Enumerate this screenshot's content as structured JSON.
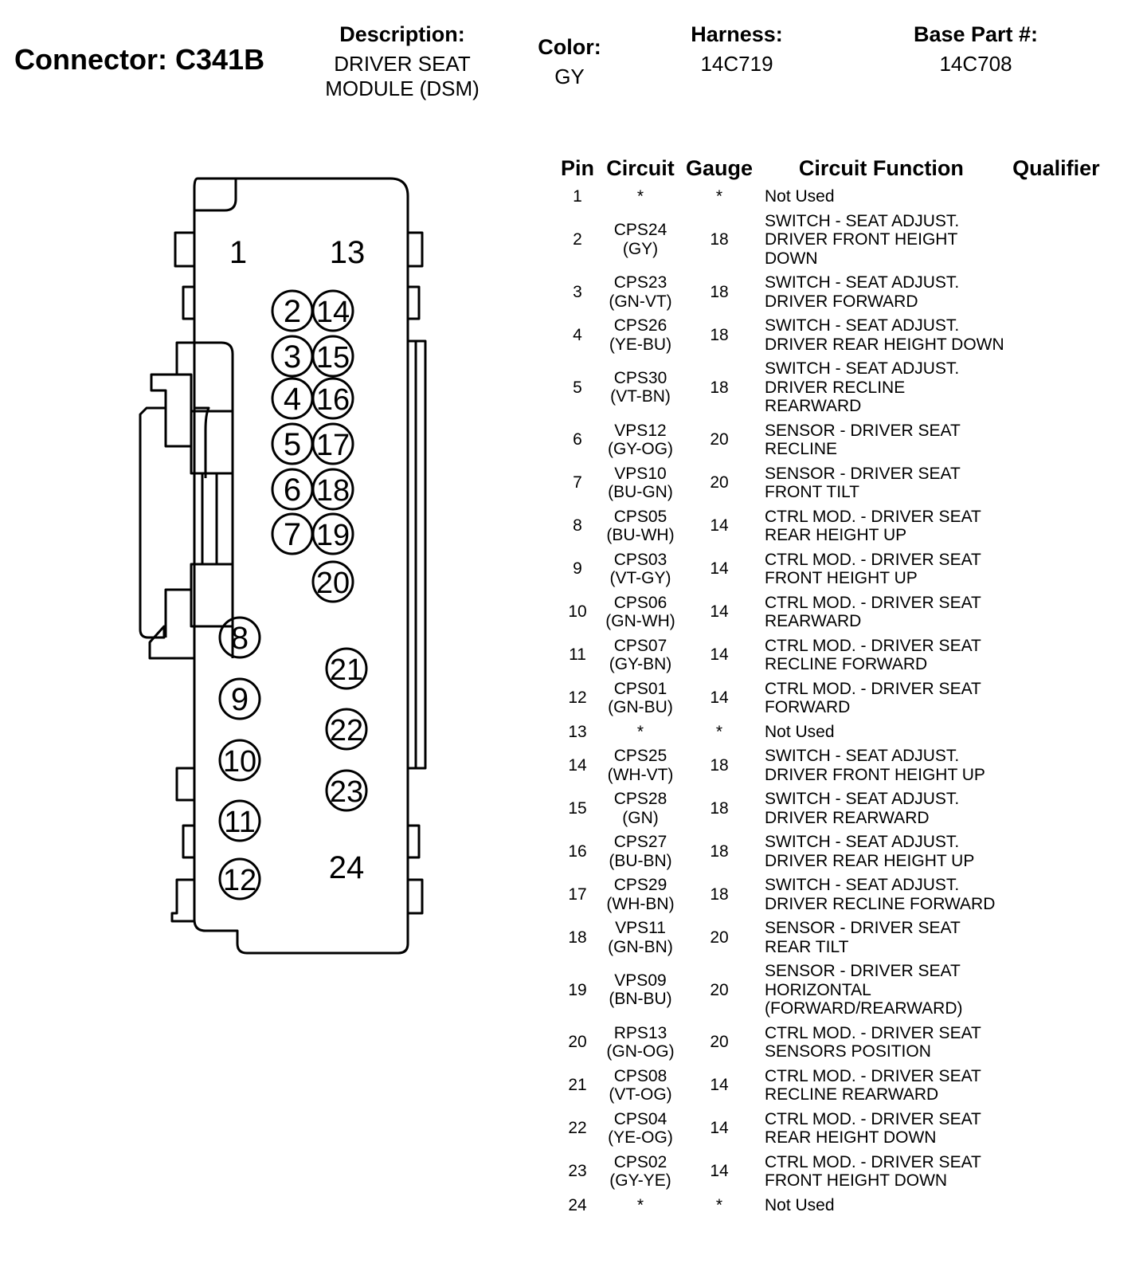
{
  "header": {
    "connector_label": "Connector:",
    "connector_id": "C341B",
    "description_label": "Description:",
    "description_lines": [
      "DRIVER SEAT",
      "MODULE (DSM)"
    ],
    "color_label": "Color:",
    "color_value": "GY",
    "harness_label": "Harness:",
    "harness_value": "14C719",
    "base_part_label": "Base Part #:",
    "base_part_value": "14C708"
  },
  "connector_face": {
    "label_pins": [
      "1",
      "13",
      "24"
    ],
    "circled_pins": [
      "2",
      "3",
      "4",
      "5",
      "6",
      "7",
      "8",
      "9",
      "10",
      "11",
      "12",
      "14",
      "15",
      "16",
      "17",
      "18",
      "19",
      "20",
      "21",
      "22",
      "23"
    ]
  },
  "table": {
    "columns": [
      "Pin",
      "Circuit",
      "Gauge",
      "Circuit Function",
      "Qualifier"
    ],
    "rows": [
      {
        "pin": "1",
        "circuit": [
          "*"
        ],
        "gauge": "*",
        "function": [
          "Not Used"
        ],
        "qualifier": ""
      },
      {
        "pin": "2",
        "circuit": [
          "CPS24",
          "(GY)"
        ],
        "gauge": "18",
        "function": [
          "SWITCH - SEAT ADJUST.",
          "DRIVER FRONT HEIGHT",
          "DOWN"
        ],
        "qualifier": ""
      },
      {
        "pin": "3",
        "circuit": [
          "CPS23",
          "(GN-VT)"
        ],
        "gauge": "18",
        "function": [
          "SWITCH - SEAT ADJUST.",
          "DRIVER FORWARD"
        ],
        "qualifier": ""
      },
      {
        "pin": "4",
        "circuit": [
          "CPS26",
          "(YE-BU)"
        ],
        "gauge": "18",
        "function": [
          "SWITCH - SEAT ADJUST.",
          "DRIVER REAR HEIGHT DOWN"
        ],
        "qualifier": ""
      },
      {
        "pin": "5",
        "circuit": [
          "CPS30",
          "(VT-BN)"
        ],
        "gauge": "18",
        "function": [
          "SWITCH - SEAT ADJUST.",
          "DRIVER RECLINE",
          "REARWARD"
        ],
        "qualifier": ""
      },
      {
        "pin": "6",
        "circuit": [
          "VPS12",
          "(GY-OG)"
        ],
        "gauge": "20",
        "function": [
          "SENSOR - DRIVER SEAT",
          "RECLINE"
        ],
        "qualifier": ""
      },
      {
        "pin": "7",
        "circuit": [
          "VPS10",
          "(BU-GN)"
        ],
        "gauge": "20",
        "function": [
          "SENSOR - DRIVER SEAT",
          "FRONT TILT"
        ],
        "qualifier": ""
      },
      {
        "pin": "8",
        "circuit": [
          "CPS05",
          "(BU-WH)"
        ],
        "gauge": "14",
        "function": [
          "CTRL MOD. - DRIVER SEAT",
          "REAR HEIGHT UP"
        ],
        "qualifier": ""
      },
      {
        "pin": "9",
        "circuit": [
          "CPS03",
          "(VT-GY)"
        ],
        "gauge": "14",
        "function": [
          "CTRL MOD. - DRIVER SEAT",
          "FRONT HEIGHT UP"
        ],
        "qualifier": ""
      },
      {
        "pin": "10",
        "circuit": [
          "CPS06",
          "(GN-WH)"
        ],
        "gauge": "14",
        "function": [
          "CTRL MOD. - DRIVER SEAT",
          "REARWARD"
        ],
        "qualifier": ""
      },
      {
        "pin": "11",
        "circuit": [
          "CPS07",
          "(GY-BN)"
        ],
        "gauge": "14",
        "function": [
          "CTRL MOD. - DRIVER SEAT",
          "RECLINE FORWARD"
        ],
        "qualifier": ""
      },
      {
        "pin": "12",
        "circuit": [
          "CPS01",
          "(GN-BU)"
        ],
        "gauge": "14",
        "function": [
          "CTRL MOD. - DRIVER SEAT",
          "FORWARD"
        ],
        "qualifier": ""
      },
      {
        "pin": "13",
        "circuit": [
          "*"
        ],
        "gauge": "*",
        "function": [
          "Not Used"
        ],
        "qualifier": ""
      },
      {
        "pin": "14",
        "circuit": [
          "CPS25",
          "(WH-VT)"
        ],
        "gauge": "18",
        "function": [
          "SWITCH - SEAT ADJUST.",
          "DRIVER FRONT HEIGHT UP"
        ],
        "qualifier": ""
      },
      {
        "pin": "15",
        "circuit": [
          "CPS28",
          "(GN)"
        ],
        "gauge": "18",
        "function": [
          "SWITCH - SEAT ADJUST.",
          "DRIVER REARWARD"
        ],
        "qualifier": ""
      },
      {
        "pin": "16",
        "circuit": [
          "CPS27",
          "(BU-BN)"
        ],
        "gauge": "18",
        "function": [
          "SWITCH - SEAT ADJUST.",
          "DRIVER REAR HEIGHT UP"
        ],
        "qualifier": ""
      },
      {
        "pin": "17",
        "circuit": [
          "CPS29",
          "(WH-BN)"
        ],
        "gauge": "18",
        "function": [
          "SWITCH - SEAT ADJUST.",
          "DRIVER RECLINE FORWARD"
        ],
        "qualifier": ""
      },
      {
        "pin": "18",
        "circuit": [
          "VPS11",
          "(GN-BN)"
        ],
        "gauge": "20",
        "function": [
          "SENSOR - DRIVER SEAT",
          "REAR TILT"
        ],
        "qualifier": ""
      },
      {
        "pin": "19",
        "circuit": [
          "VPS09",
          "(BN-BU)"
        ],
        "gauge": "20",
        "function": [
          "SENSOR - DRIVER SEAT",
          "HORIZONTAL",
          "(FORWARD/REARWARD)"
        ],
        "qualifier": ""
      },
      {
        "pin": "20",
        "circuit": [
          "RPS13",
          "(GN-OG)"
        ],
        "gauge": "20",
        "function": [
          "CTRL MOD. - DRIVER SEAT",
          "SENSORS POSITION"
        ],
        "qualifier": ""
      },
      {
        "pin": "21",
        "circuit": [
          "CPS08",
          "(VT-OG)"
        ],
        "gauge": "14",
        "function": [
          "CTRL MOD. - DRIVER SEAT",
          "RECLINE REARWARD"
        ],
        "qualifier": ""
      },
      {
        "pin": "22",
        "circuit": [
          "CPS04",
          "(YE-OG)"
        ],
        "gauge": "14",
        "function": [
          "CTRL MOD. - DRIVER SEAT",
          "REAR HEIGHT DOWN"
        ],
        "qualifier": ""
      },
      {
        "pin": "23",
        "circuit": [
          "CPS02",
          "(GY-YE)"
        ],
        "gauge": "14",
        "function": [
          "CTRL MOD. - DRIVER SEAT",
          "FRONT HEIGHT DOWN"
        ],
        "qualifier": ""
      },
      {
        "pin": "24",
        "circuit": [
          "*"
        ],
        "gauge": "*",
        "function": [
          "Not Used"
        ],
        "qualifier": ""
      }
    ]
  }
}
